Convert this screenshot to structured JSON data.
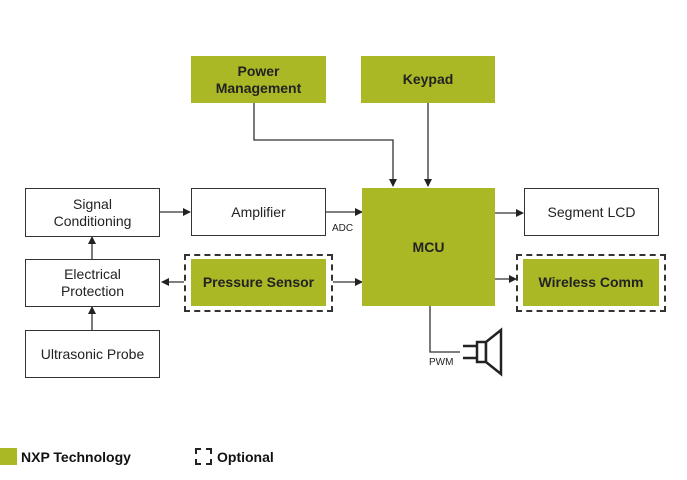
{
  "blocks": {
    "power_management": "Power\nManagement",
    "keypad": "Keypad",
    "signal_conditioning": "Signal\nConditioning",
    "amplifier": "Amplifier",
    "mcu": "MCU",
    "segment_lcd": "Segment LCD",
    "electrical_protection": "Electrical\nProtection",
    "pressure_sensor": "Pressure Sensor",
    "wireless_comm": "Wireless Comm",
    "ultrasonic_probe": "Ultrasonic Probe"
  },
  "labels": {
    "adc": "ADC",
    "pwm": "PWM"
  },
  "legend": {
    "nxp": "NXP Technology",
    "optional": "Optional"
  },
  "colors": {
    "nxp_green": "#aab826"
  }
}
